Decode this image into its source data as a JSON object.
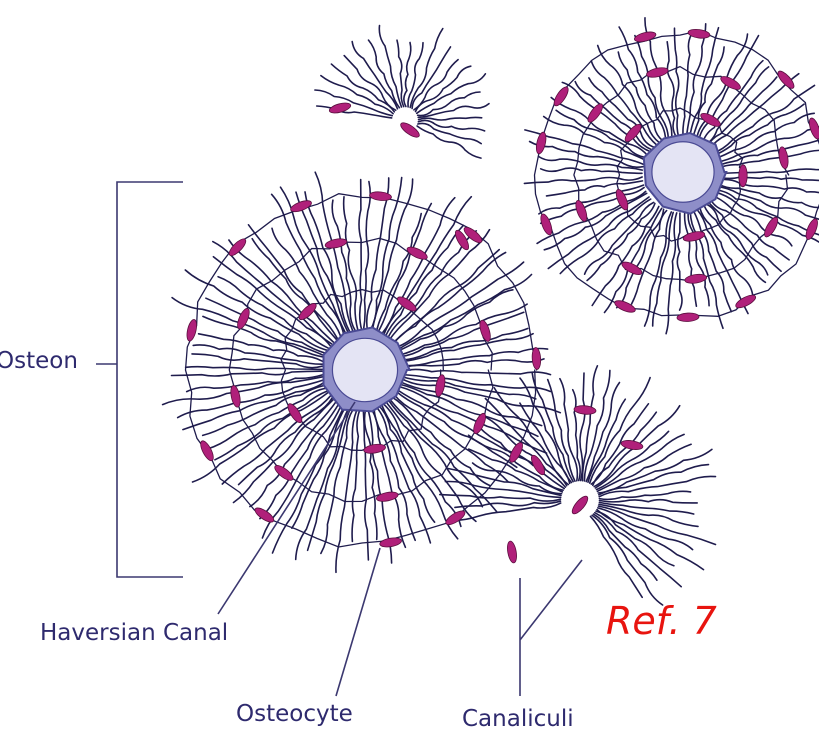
{
  "labels": {
    "osteon": "Osteon",
    "haversian_canal": "Haversian Canal",
    "osteocyte": "Osteocyte",
    "canaliculi": "Canaliculi",
    "reference": "Ref. 7"
  },
  "colors": {
    "label_text": "#2e2a6e",
    "reference_text": "#e8140f",
    "canaliculi_lines": "#1f1c4d",
    "osteocyte_fill": "#b0207a",
    "canal_rim": "#8e8ec8",
    "canal_lumen": "#e4e4f4",
    "canal_outline": "#4a4a94"
  }
}
